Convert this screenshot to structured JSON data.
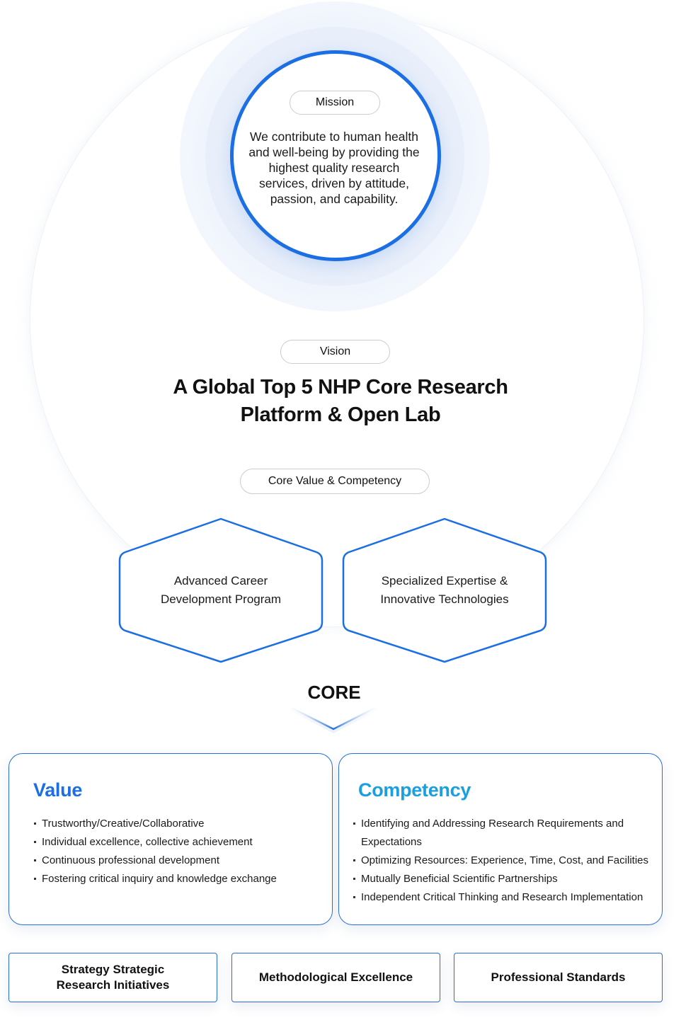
{
  "mission": {
    "label": "Mission",
    "text": "We contribute to human health and well-being by providing the highest quality research services, driven by attitude, passion, and capability."
  },
  "vision": {
    "label": "Vision",
    "title_line1": "A Global Top 5 NHP Core Research",
    "title_line2": "Platform & Open Lab"
  },
  "core_value": {
    "label": "Core Value & Competency",
    "hexagons": [
      {
        "line1": "Advanced Career",
        "line2": "Development Program"
      },
      {
        "line1": "Specialized Expertise &",
        "line2": "Innovative Technologies"
      }
    ]
  },
  "core": {
    "label": "CORE",
    "colors": {
      "value_title": "#1b6ee3",
      "competency_title": "#1a9fe0",
      "border": "#2a6fd6"
    },
    "value": {
      "title": "Value",
      "items": [
        "Trustworthy/Creative/Collaborative",
        "Individual excellence, collective achievement",
        "Continuous professional development",
        "Fostering critical inquiry and knowledge exchange"
      ]
    },
    "competency": {
      "title": "Competency",
      "items": [
        "Identifying and Addressing Research Requirements and Expectations",
        "Optimizing Resources: Experience, Time, Cost, and Facilities",
        "Mutually Beneficial Scientific Partnerships",
        "Independent Critical Thinking and Research Implementation"
      ]
    }
  },
  "strategies": [
    {
      "line1": "Strategy Strategic",
      "line2": "Research Initiatives"
    },
    {
      "line1": "Methodological Excellence",
      "line2": ""
    },
    {
      "line1": "Professional Standards",
      "line2": ""
    }
  ]
}
